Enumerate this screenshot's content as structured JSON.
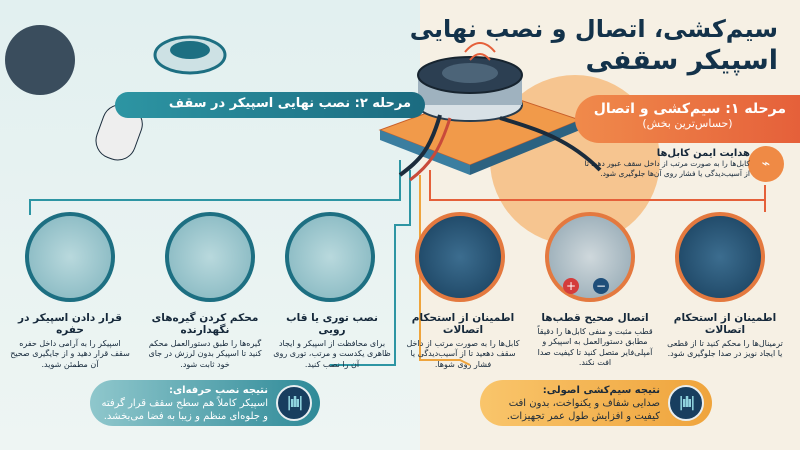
{
  "title": {
    "line1": "سیم‌کشی، اتصال و نصب نهایی",
    "line2": "اسپیکر سقفی"
  },
  "stage1": {
    "title": "مرحله ۱: سیم‌کشی و اتصال",
    "subtitle": "(حساس‌ترین بخش)"
  },
  "stage2": {
    "title": "مرحله ۲: نصب نهایی اسپیکر در سقف"
  },
  "hint": {
    "title": "هدایت ایمن کابل‌ها",
    "text": "کابل‌ها را به صورت مرتب از داخل سقف عبور دهید تا از آسیب‌دیدگی یا فشار روی آن‌ها جلوگیری شود.",
    "icon": "cable-guide-icon"
  },
  "stage2_steps": [
    {
      "title": "قرار دادن اسپیکر در حفره",
      "text": "اسپیکر را به آرامی داخل حفره سقف قرار دهید و از جایگیری صحیح آن مطمئن شوید."
    },
    {
      "title": "محکم کردن گیره‌های نگهدارنده",
      "text": "گیره‌ها را طبق دستورالعمل محکم کنید تا اسپیکر بدون لرزش در جای خود ثابت شود."
    },
    {
      "title": "نصب توری یا قاب رویی",
      "text": "برای محافظت از اسپیکر و ایجاد ظاهری یکدست و مرتب، توری روی آن را نصب کنید."
    }
  ],
  "stage1_steps": [
    {
      "title": "اطمینان از استحکام اتصالات",
      "text": "کابل‌ها را به صورت مرتب از داخل سقف دهعید تا از آسیب‌دیدگی یا فشار روی شوها."
    },
    {
      "title": "اتصال صحیح قطب‌ها",
      "text": "قطب مثبت و منفی کابل‌ها را دقیقاً مطابق دستورالعمل به اسپیکر و آمپلی‌فایر متصل کنید تا کیفیت صدا افت نکند."
    },
    {
      "title": "اطمینان از استحکام اتصالات",
      "text": "ترمینال‌ها را محکم کنید تا از قطعی یا ایجاد نویز در صدا جلوگیری شود."
    }
  ],
  "polarity": {
    "positive": "+",
    "negative": "−"
  },
  "result2": {
    "title": "نتیجه نصب حرفه‌ای:",
    "text": "اسپیکر کاملاً هم سطح سقف قرار گرفته و جلوه‌ای منظم و زیبا به فضا می‌بخشد."
  },
  "result1": {
    "title": "نتیجه سیم‌کشی اصولی:",
    "text": "صدایی شفاف و یکنواخت، بدون افت کیفیت و افزایش طول عمر تجهیزات."
  },
  "colors": {
    "teal": "#1d6f82",
    "orange": "#e5603a",
    "navy": "#13324a",
    "cream": "#f6f0e4"
  }
}
